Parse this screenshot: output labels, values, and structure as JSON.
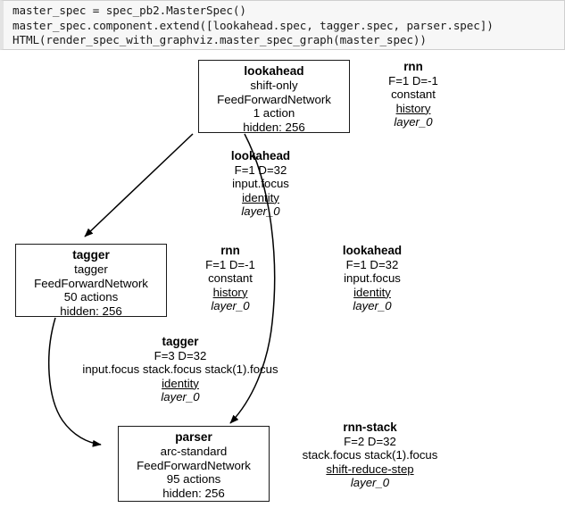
{
  "code_cell": {
    "lines": [
      "master_spec = spec_pb2.MasterSpec()",
      "master_spec.component.extend([lookahead.spec, tagger.spec, parser.spec])",
      "HTML(render_spec_with_graphviz.master_spec_graph(master_spec))"
    ],
    "text": "master_spec = spec_pb2.MasterSpec()\nmaster_spec.component.extend([lookahead.spec, tagger.spec, parser.spec])\nHTML(render_spec_with_graphviz.master_spec_graph(master_spec))"
  },
  "graph": {
    "type": "directed-graph",
    "node_colors": {
      "fill": "#ffffff",
      "stroke": "#000000",
      "text": "#000000"
    },
    "nodes": [
      {
        "id": "lookahead",
        "title": "lookahead",
        "transition_system": "shift-only",
        "network": "FeedForwardNetwork",
        "actions": "1 action",
        "hidden": "hidden: 256"
      },
      {
        "id": "tagger",
        "title": "tagger",
        "transition_system": "tagger",
        "network": "FeedForwardNetwork",
        "actions": "50 actions",
        "hidden": "hidden: 256"
      },
      {
        "id": "parser",
        "title": "parser",
        "transition_system": "arc-standard",
        "network": "FeedForwardNetwork",
        "actions": "95 actions",
        "hidden": "hidden: 256"
      }
    ],
    "edges": [
      {
        "id": "lookahead-self",
        "from": "lookahead",
        "to": "lookahead",
        "name": "rnn",
        "fd": "F=1 D=-1",
        "source": "constant",
        "translator": "history",
        "layer": "layer_0"
      },
      {
        "id": "lookahead-to-tagger",
        "from": "lookahead",
        "to": "tagger",
        "name": "lookahead",
        "fd": "F=1 D=32",
        "source": "input.focus",
        "translator": "identity",
        "layer": "layer_0"
      },
      {
        "id": "tagger-self",
        "from": "tagger",
        "to": "tagger",
        "name": "rnn",
        "fd": "F=1 D=-1",
        "source": "constant",
        "translator": "history",
        "layer": "layer_0"
      },
      {
        "id": "lookahead-to-parser",
        "from": "lookahead",
        "to": "parser",
        "name": "lookahead",
        "fd": "F=1 D=32",
        "source": "input.focus",
        "translator": "identity",
        "layer": "layer_0"
      },
      {
        "id": "tagger-to-parser",
        "from": "tagger",
        "to": "parser",
        "name": "tagger",
        "fd": "F=3 D=32",
        "source": "input.focus stack.focus stack(1).focus",
        "translator": "identity",
        "layer": "layer_0"
      },
      {
        "id": "parser-self",
        "from": "parser",
        "to": "parser",
        "name": "rnn-stack",
        "fd": "F=2 D=32",
        "source": "stack.focus stack(1).focus",
        "translator": "shift-reduce-step",
        "layer": "layer_0"
      }
    ]
  }
}
